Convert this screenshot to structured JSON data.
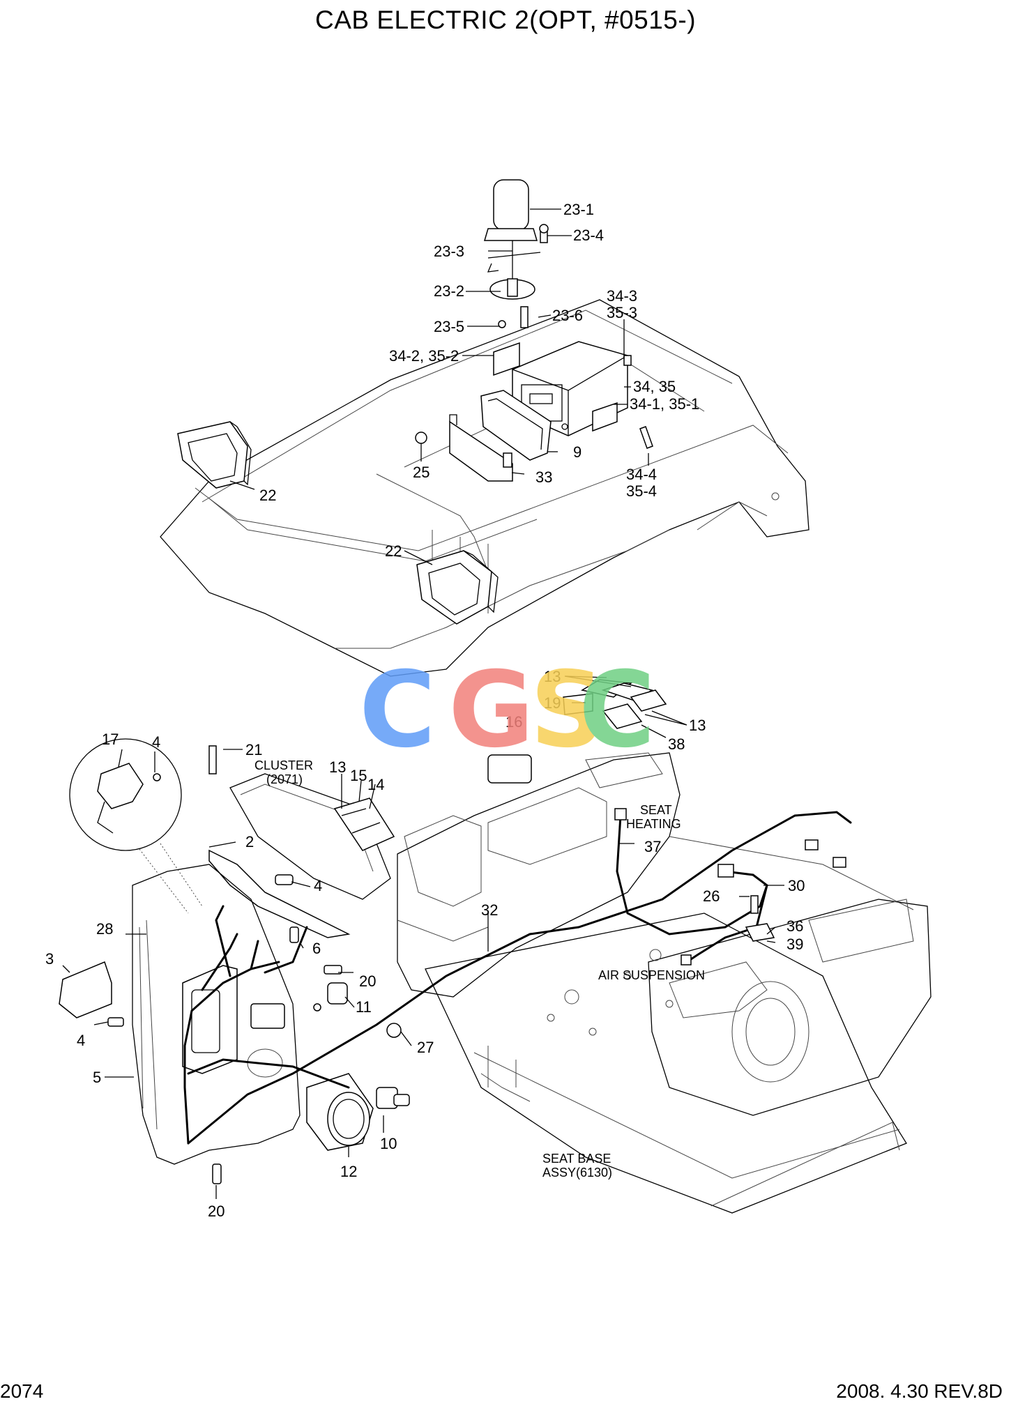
{
  "header": {
    "title": "CAB ELECTRIC 2(OPT, #0515-)"
  },
  "footer": {
    "page_number": "2074",
    "revision": "2008. 4.30  REV.8D"
  },
  "watermark": {
    "letters": [
      "C",
      "G",
      "S",
      "C"
    ],
    "colors": [
      "#5f9cf7",
      "#f2817b",
      "#f7cf55",
      "#6fcf83"
    ]
  },
  "callouts": {
    "c23_1": "23-1",
    "c23_4": "23-4",
    "c23_3": "23-3",
    "c23_2": "23-2",
    "c23_5": "23-5",
    "c23_6": "23-6",
    "c34_3": "34-3",
    "c35_3": "35-3",
    "c34_2": "34-2, 35-2",
    "c34_35": "34, 35",
    "c34_1": "34-1, 35-1",
    "c9": "9",
    "c25": "25",
    "c33": "33",
    "c34_4": "34-4",
    "c35_4": "35-4",
    "c22a": "22",
    "c22b": "22",
    "c13a": "13",
    "c19": "19",
    "c13b": "13",
    "c16": "16",
    "c38": "38",
    "c17": "17",
    "c4a": "4",
    "c21": "21",
    "c13c": "13",
    "c15": "15",
    "c14": "14",
    "c2": "2",
    "c4b": "4",
    "c28": "28",
    "c6": "6",
    "c3": "3",
    "c20a": "20",
    "c11": "11",
    "c4c": "4",
    "c27": "27",
    "c5": "5",
    "c10": "10",
    "c12": "12",
    "c20b": "20",
    "c32": "32",
    "c37": "37",
    "c30": "30",
    "c26": "26",
    "c36": "36",
    "c39": "39"
  },
  "notes": {
    "cluster": "CLUSTER",
    "cluster_ref": "(2071)",
    "seat": "SEAT",
    "heating": "HEATING",
    "air_suspension": "AIR SUSPENSION",
    "seat_base": "SEAT BASE",
    "seat_base_ref": "ASSY(6130)"
  }
}
